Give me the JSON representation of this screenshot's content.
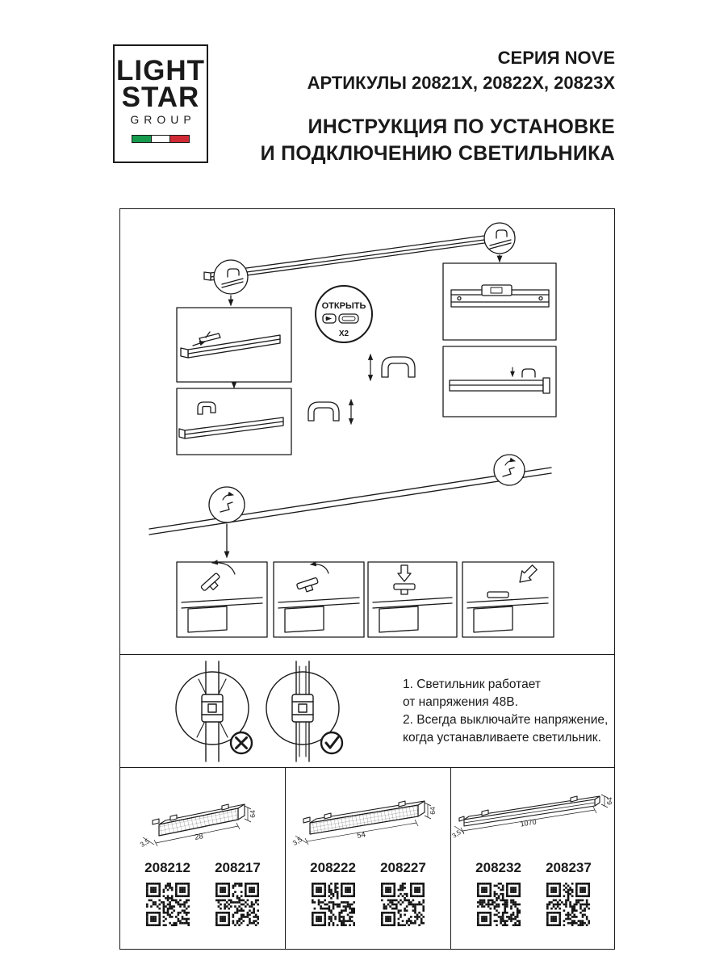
{
  "header": {
    "logo": {
      "line1": "LIGHT",
      "line2": "STAR",
      "line3": "GROUP"
    },
    "series": "СЕРИЯ NOVE",
    "articles": "АРТИКУЛЫ 20821X, 20822X, 20823X",
    "title_line1": "ИНСТРУКЦИЯ ПО УСТАНОВКЕ",
    "title_line2": "И ПОДКЛЮЧЕНИЮ СВЕТИЛЬНИКА"
  },
  "diagram": {
    "open_label": "ОТКРЫТЬ",
    "open_count": "X2"
  },
  "safety": {
    "note1_line1": "1. Светильник работает",
    "note1_line2": "от напряжения 48В.",
    "note2_line1": "2. Всегда выключайте напряжение,",
    "note2_line2": "когда устанавливаете светильник."
  },
  "products": [
    {
      "depth": "3,5",
      "length": "28",
      "height": "64",
      "article_left": "208212",
      "article_right": "208217"
    },
    {
      "depth": "3,5",
      "length": "54",
      "height": "64",
      "article_left": "208222",
      "article_right": "208227"
    },
    {
      "depth": "3,5",
      "length": "1070",
      "height": "64",
      "article_left": "208232",
      "article_right": "208237"
    }
  ],
  "colors": {
    "ink": "#1a1a1a",
    "flag_green": "#169b4e",
    "flag_red": "#d02b35"
  }
}
